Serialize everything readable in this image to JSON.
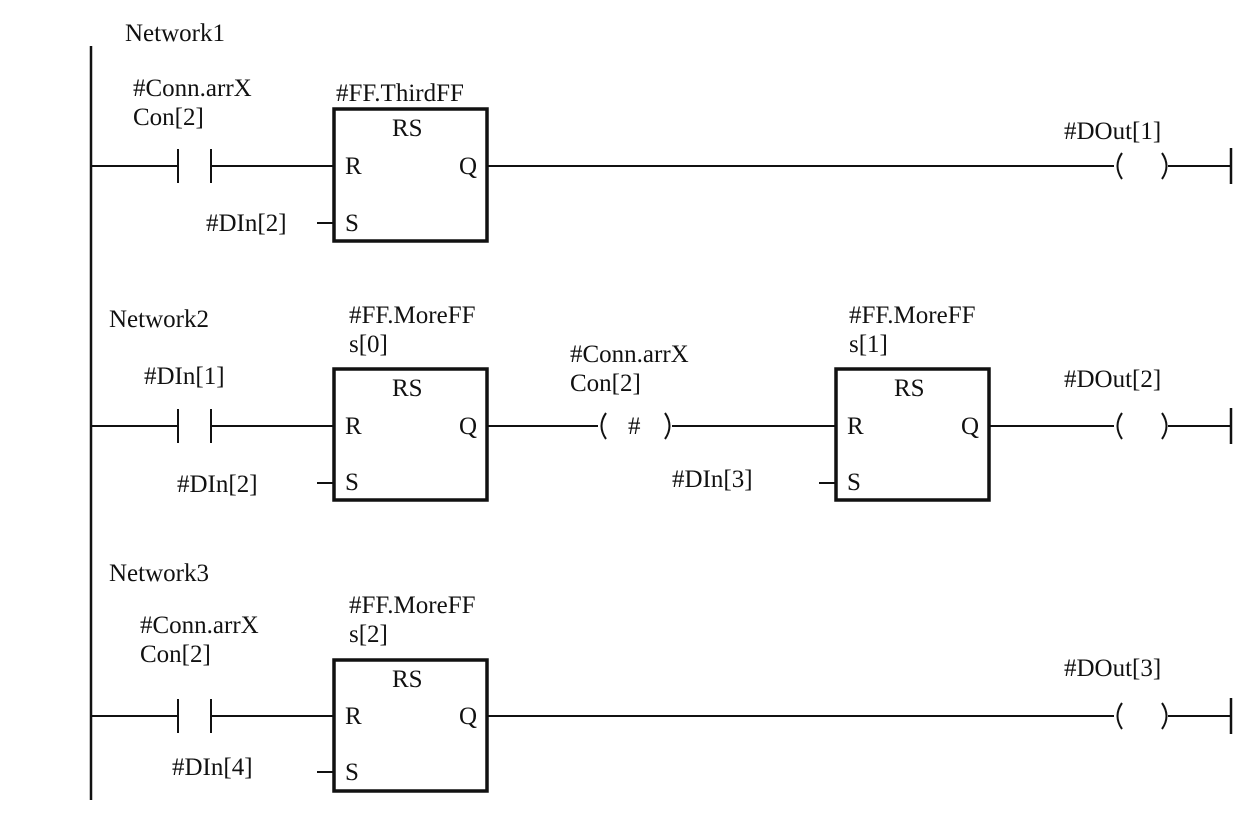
{
  "diagram": {
    "type": "ladder-logic",
    "networks": [
      {
        "title": "Network1",
        "contact": {
          "label_line1": "#Conn.arrX",
          "label_line2": "Con[2]"
        },
        "block": {
          "instance_line1": "#FF.ThirdFF",
          "instance_line2": "",
          "type": "RS",
          "pin_r": "R",
          "pin_s": "S",
          "pin_q": "Q",
          "s_input": "#DIn[2]"
        },
        "coil": {
          "label": "#DOut[1]",
          "symbol": ""
        }
      },
      {
        "title": "Network2",
        "contact": {
          "label_line1": "#DIn[1]",
          "label_line2": ""
        },
        "block": {
          "instance_line1": "#FF.MoreFF",
          "instance_line2": "s[0]",
          "type": "RS",
          "pin_r": "R",
          "pin_s": "S",
          "pin_q": "Q",
          "s_input": "#DIn[2]"
        },
        "midcoil": {
          "label_line1": "#Conn.arrX",
          "label_line2": "Con[2]",
          "symbol": "#"
        },
        "block2": {
          "instance_line1": "#FF.MoreFF",
          "instance_line2": "s[1]",
          "type": "RS",
          "pin_r": "R",
          "pin_s": "S",
          "pin_q": "Q",
          "s_input": "#DIn[3]"
        },
        "coil": {
          "label": "#DOut[2]",
          "symbol": ""
        }
      },
      {
        "title": "Network3",
        "contact": {
          "label_line1": "#Conn.arrX",
          "label_line2": "Con[2]"
        },
        "block": {
          "instance_line1": "#FF.MoreFF",
          "instance_line2": "s[2]",
          "type": "RS",
          "pin_r": "R",
          "pin_s": "S",
          "pin_q": "Q",
          "s_input": "#DIn[4]"
        },
        "coil": {
          "label": "#DOut[3]",
          "symbol": ""
        }
      }
    ]
  }
}
